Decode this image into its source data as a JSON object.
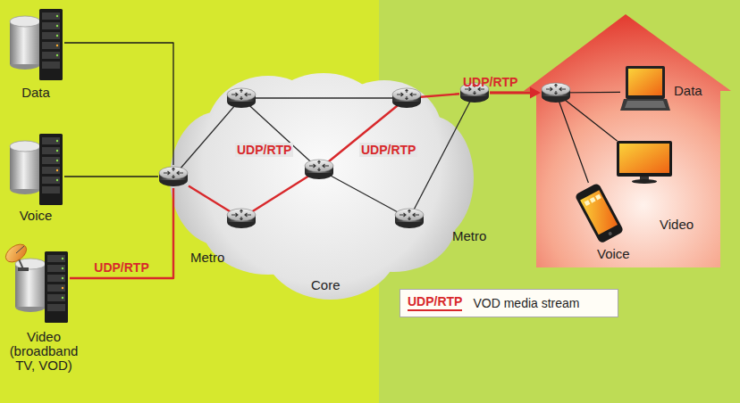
{
  "diagram": {
    "nodes": [
      {
        "text": [
          "Data"
        ]
      },
      {
        "text": [
          "Voice"
        ]
      },
      {
        "text": [
          "Video (broadband TV, VOD)"
        ]
      },
      {
        "text": [
          "Metro"
        ]
      },
      {
        "text": [
          "Metro"
        ]
      },
      {
        "text": [
          "Data"
        ]
      },
      {
        "text": [
          "Video"
        ]
      },
      {
        "text": [
          "Voice"
        ]
      }
    ],
    "edges": [
      {
        "from": 0,
        "to": 3,
        "arrow": "none"
      },
      {
        "from": 1,
        "to": 3,
        "arrow": "none"
      },
      {
        "from": 2,
        "to": 3,
        "label": "UDP/RTP",
        "arrow": "none"
      },
      {
        "from": 3,
        "to": 4,
        "label": "UDP/RTP",
        "arrow": "none"
      },
      {
        "from": 4,
        "to": 5,
        "arrow": "none"
      },
      {
        "from": 4,
        "to": 6,
        "arrow": "none"
      },
      {
        "from": 4,
        "to": 7,
        "arrow": "none"
      }
    ],
    "labels": [
      "UDP/RTP",
      "Core",
      "UDP/RTP",
      "UDP/RTP"
    ],
    "legend": [
      {
        "text": "VOD media stream"
      }
    ]
  }
}
